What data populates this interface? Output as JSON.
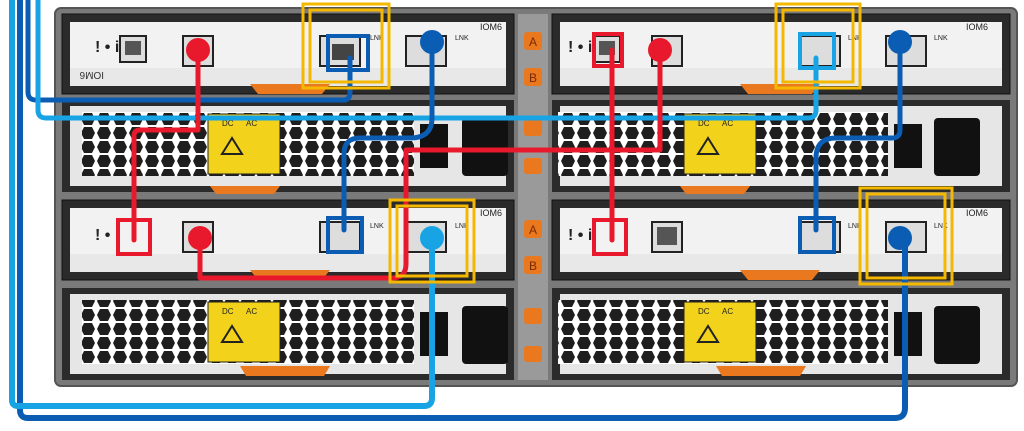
{
  "module_label": "IOM6",
  "port_label": "LNK",
  "psu_labels": {
    "dc": "DC",
    "ac": "AC"
  },
  "shelf_ids": {
    "top": "A",
    "mid": "B"
  },
  "colors": {
    "red_cable": "#e8192c",
    "dark_blue_cable": "#0b5db3",
    "light_blue_cable": "#18a4e4",
    "highlight": "#f5b800",
    "chassis": "#7a7a7a",
    "module_body": "#2b2b2b",
    "psu_warning": "#f2d21b",
    "pull_tab": "#e9781f"
  },
  "icons": [
    "network-port-icon",
    "sas-port-icon",
    "warning-triangle-icon",
    "power-switch-icon",
    "power-inlet-icon",
    "led-indicator-icon"
  ]
}
